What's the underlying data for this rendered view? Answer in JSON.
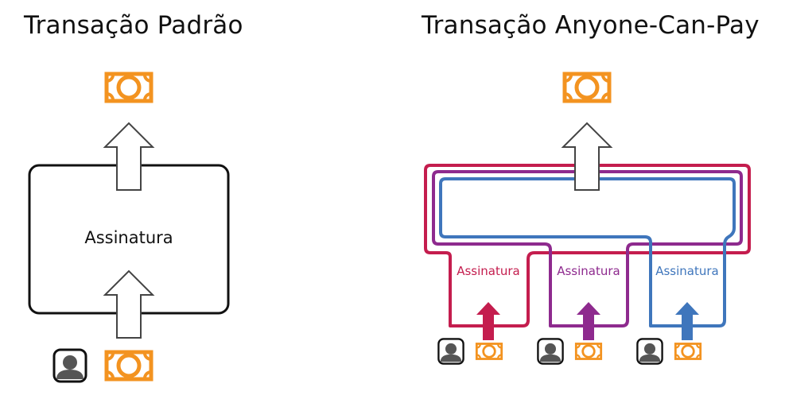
{
  "left": {
    "title": "Transação Padrão",
    "signature_label": "Assinatura"
  },
  "right": {
    "title": "Transação Anyone-Can-Pay",
    "signatures": [
      {
        "label": "Assinatura",
        "color": "#c41d4e"
      },
      {
        "label": "Assinatura",
        "color": "#8e2a8e"
      },
      {
        "label": "Assinatura",
        "color": "#3f76bc"
      }
    ]
  },
  "colors": {
    "money": "#f39320",
    "arrow_outline": "#444444",
    "box_outline": "#111111"
  },
  "icons": [
    "money-icon",
    "user-icon",
    "arrow-up-icon"
  ]
}
